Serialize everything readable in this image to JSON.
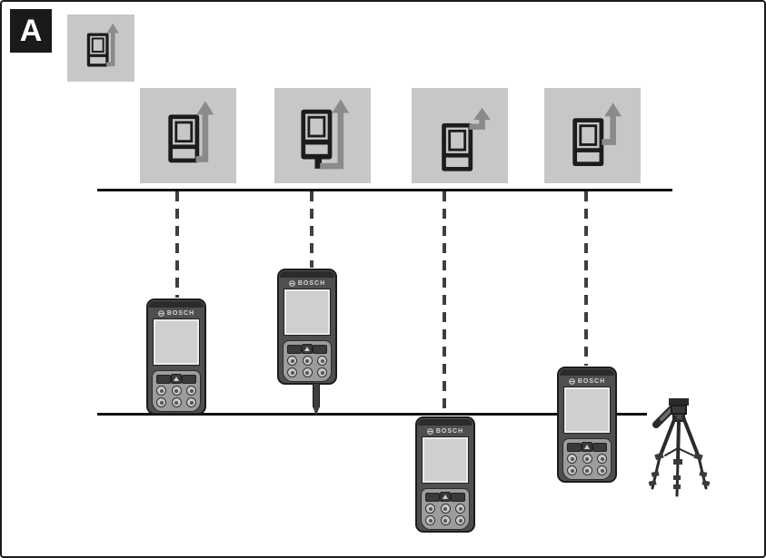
{
  "figure": {
    "label": "A",
    "type": "reference-plane-diagram"
  },
  "legend": {
    "icon": "device-rear-edge-reference-icon"
  },
  "reference_boxes": [
    {
      "icon": "device-rear-edge-reference-icon",
      "mode": "rear-edge"
    },
    {
      "icon": "device-measuring-pin-reference-icon",
      "mode": "measuring-pin"
    },
    {
      "icon": "device-front-edge-reference-icon",
      "mode": "front-edge"
    },
    {
      "icon": "device-thread-reference-icon",
      "mode": "tripod-thread"
    }
  ],
  "device": {
    "brand_label": "BOSCH",
    "logo_icon": "bosch-anchor-icon",
    "measure_button_icon": "triangle-up-icon"
  },
  "tripod": {
    "icon": "tripod-icon"
  },
  "colors": {
    "background": "#ffffff",
    "frame": "#1a1a1a",
    "box_background": "#c7c7c7",
    "pictogram_black": "#1c1c1c",
    "arrow_gray": "#8a8a8a",
    "line_black": "#111111",
    "dash_gray": "#3f3f3f",
    "device_body": "#4f4f4f",
    "device_screen": "#cfcfcf",
    "keypad_gray": "#9c9c9c"
  }
}
